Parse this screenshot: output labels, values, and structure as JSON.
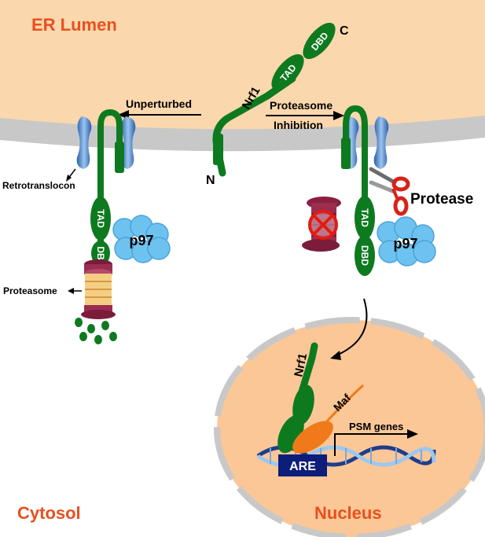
{
  "regions": {
    "er_lumen": "ER Lumen",
    "cytosol": "Cytosol",
    "nucleus": "Nucleus"
  },
  "protein": {
    "name": "Nrf1",
    "c_terminus": "C",
    "n_terminus": "N",
    "tad": "TAD",
    "dbd": "DBD",
    "dbd_partial": "DB"
  },
  "pathways": {
    "left": "Unperturbed",
    "right_line1": "Proteasome",
    "right_line2": "Inhibition"
  },
  "components": {
    "retrotranslocon": "Retrotranslocon",
    "proteasome": "Proteasome",
    "p97": "p97",
    "protease": "Protease",
    "maf": "Maf",
    "are": "ARE",
    "genes": "PSM genes"
  },
  "colors": {
    "lumen": "#fbd7ad",
    "membrane": "#c8c8c8",
    "cytosol": "#ffffff",
    "nucleus": "#fbc797",
    "nrf1": "#0e7a1f",
    "p97": "#6ec2ef",
    "label_red": "#e8501e",
    "maf": "#f07a19",
    "are": "#0c1d7a"
  }
}
